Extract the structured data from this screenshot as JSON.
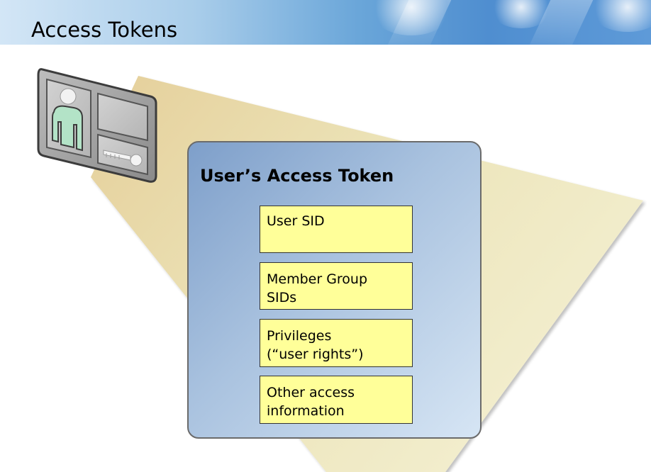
{
  "header": {
    "title": "Access Tokens"
  },
  "diagram": {
    "token_title": "User’s Access Token",
    "fields": [
      {
        "lines": [
          "User SID"
        ]
      },
      {
        "lines": [
          "Member Group",
          "SIDs"
        ]
      },
      {
        "lines": [
          "Privileges",
          "(“user rights”)"
        ]
      },
      {
        "lines": [
          "Other access",
          "information"
        ]
      }
    ]
  },
  "colors": {
    "field_fill": "#ffff99",
    "beam_fill": "#e8deb0",
    "panel_gradient_start": "#7e9fca",
    "panel_gradient_end": "#d6e5f4",
    "header_blue": "#4f8ed0"
  },
  "icons": {
    "smart_card": "smart-card-icon",
    "user": "user-icon",
    "key": "key-icon"
  }
}
